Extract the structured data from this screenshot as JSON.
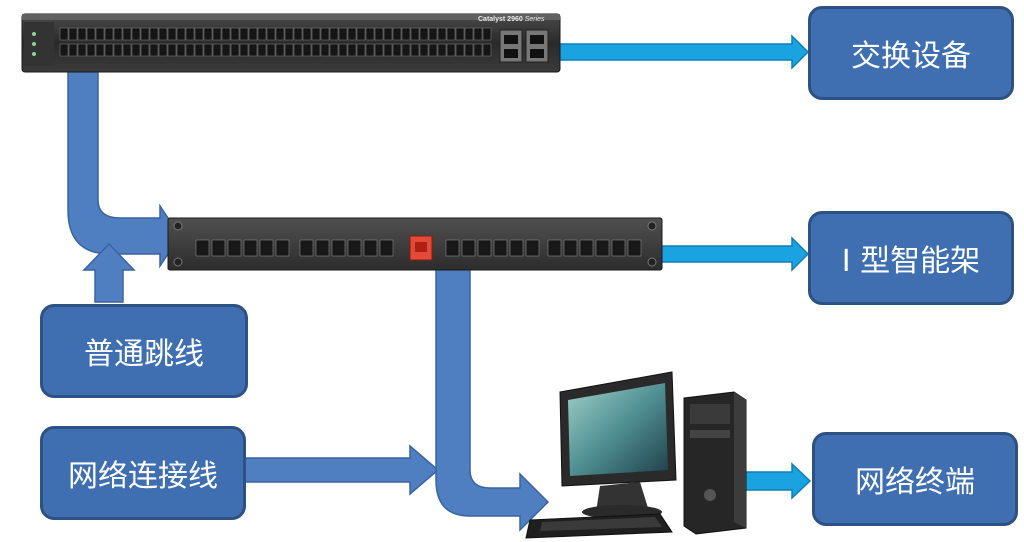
{
  "labels": {
    "switch": "交换设备",
    "smart_rack": "I 型智能架",
    "patch_cord": "普通跳线",
    "network_cable": "网络连接线",
    "terminal": "网络终端"
  },
  "device_text": {
    "switch_brand": "Catalyst 2960",
    "switch_series": "Series"
  },
  "colors": {
    "box_fill": "#3f6fb0",
    "box_border": "#2e5183",
    "thin_arrow": "#1aa3e0",
    "thick_arrow": "#4f7fc0",
    "device_dark": "#2b2b2b"
  }
}
